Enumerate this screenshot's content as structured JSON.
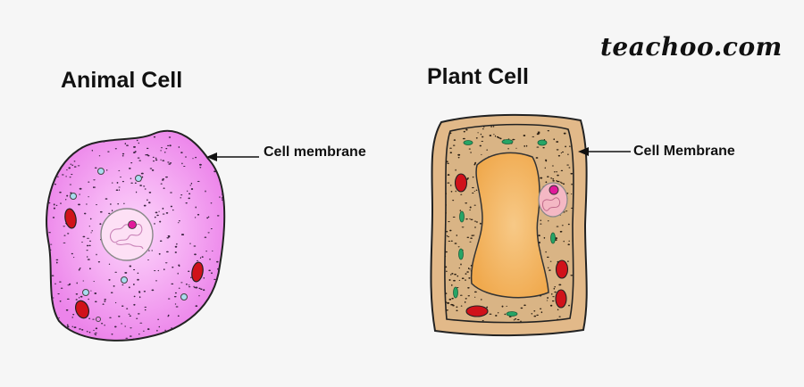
{
  "brand": {
    "text": "teachoo.com"
  },
  "animal_cell": {
    "title": "Animal Cell",
    "membrane_label": "Cell membrane",
    "colors": {
      "cytoplasm": "#f08cf0",
      "cytoplasm_center": "#fbd6fb",
      "nucleus": "#fde0f5",
      "nucleolus": "#e0199a",
      "mitochondria": "#d0121a",
      "vesicle": "#a9dcef"
    }
  },
  "plant_cell": {
    "title": "Plant Cell",
    "membrane_label": "Cell Membrane",
    "colors": {
      "cell_wall": "#e2b989",
      "cytoplasm": "#d9b485",
      "vacuole": "#f3b45c",
      "chloroplast": "#26a566",
      "mitochondria": "#d0121a",
      "nucleus": "#f4b8c4",
      "nucleolus": "#e0199a"
    }
  }
}
